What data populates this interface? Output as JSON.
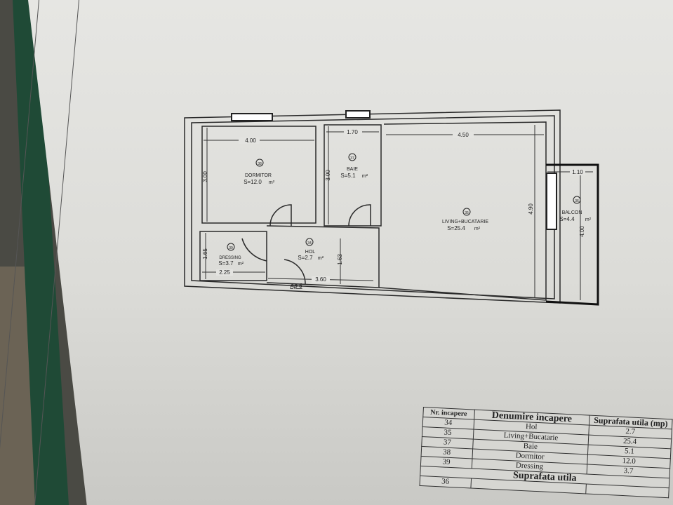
{
  "plan": {
    "apartment_label": "Ap 6",
    "unit": "m²",
    "rooms": [
      {
        "nr": "38",
        "name": "DORMITOR",
        "area": "S=12.0",
        "width": "4.00",
        "depth": "3.00"
      },
      {
        "nr": "37",
        "name": "BAIE",
        "area": "S=5.1",
        "width": "1.70",
        "depth": "3.00"
      },
      {
        "nr": "35",
        "name": "LIVING+BUCATARIE",
        "area": "S=25.4",
        "width": "4.50",
        "depth": "4.90"
      },
      {
        "nr": "39",
        "name": "DRESSING",
        "area": "S=3.7",
        "width": "2.25",
        "depth": "1.65"
      },
      {
        "nr": "34",
        "name": "HOL",
        "area": "S=2.7",
        "width": "3.60",
        "depth": "1.63"
      },
      {
        "nr": "36",
        "name": "BALCON",
        "area": "S=4.4",
        "width": "1.10",
        "depth": "4.00"
      }
    ]
  },
  "table": {
    "headers": {
      "nr": "Nr. incapere",
      "name": "Denumire incapere",
      "area": "Suprafata utila (mp)"
    },
    "rows": [
      {
        "nr": "34",
        "name": "Hol",
        "area": "2.7"
      },
      {
        "nr": "35",
        "name": "Living+Bucatarie",
        "area": "25.4"
      },
      {
        "nr": "37",
        "name": "Baie",
        "area": "5.1"
      },
      {
        "nr": "38",
        "name": "Dormitor",
        "area": "12.0"
      },
      {
        "nr": "39",
        "name": "Dressing",
        "area": "3.7"
      }
    ],
    "summary_label": "Suprafata utila",
    "last_row_nr": "36"
  },
  "colors": {
    "paper": "#e3e3e0",
    "ink": "#222222",
    "binder_green": "#1f4a36"
  }
}
